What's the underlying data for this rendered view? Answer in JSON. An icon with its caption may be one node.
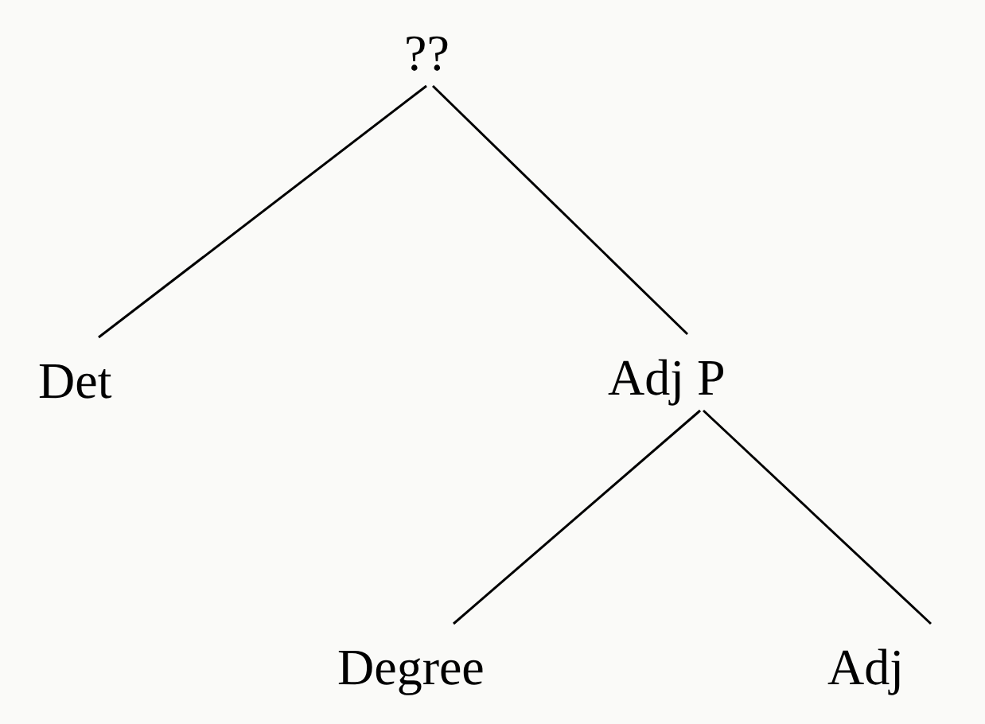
{
  "diagram": {
    "nodes": [
      {
        "text": [
          "??"
        ]
      },
      {
        "text": [
          "Det"
        ]
      },
      {
        "text": [
          "Adj P"
        ]
      },
      {
        "text": [
          "Degree"
        ]
      },
      {
        "text": [
          "Adj"
        ]
      }
    ],
    "edges": [
      {
        "from": 0,
        "to": 1,
        "arrow": "none"
      },
      {
        "from": 0,
        "to": 2,
        "arrow": "none"
      },
      {
        "from": 2,
        "to": 3,
        "arrow": "none"
      },
      {
        "from": 2,
        "to": 4,
        "arrow": "none"
      }
    ]
  }
}
